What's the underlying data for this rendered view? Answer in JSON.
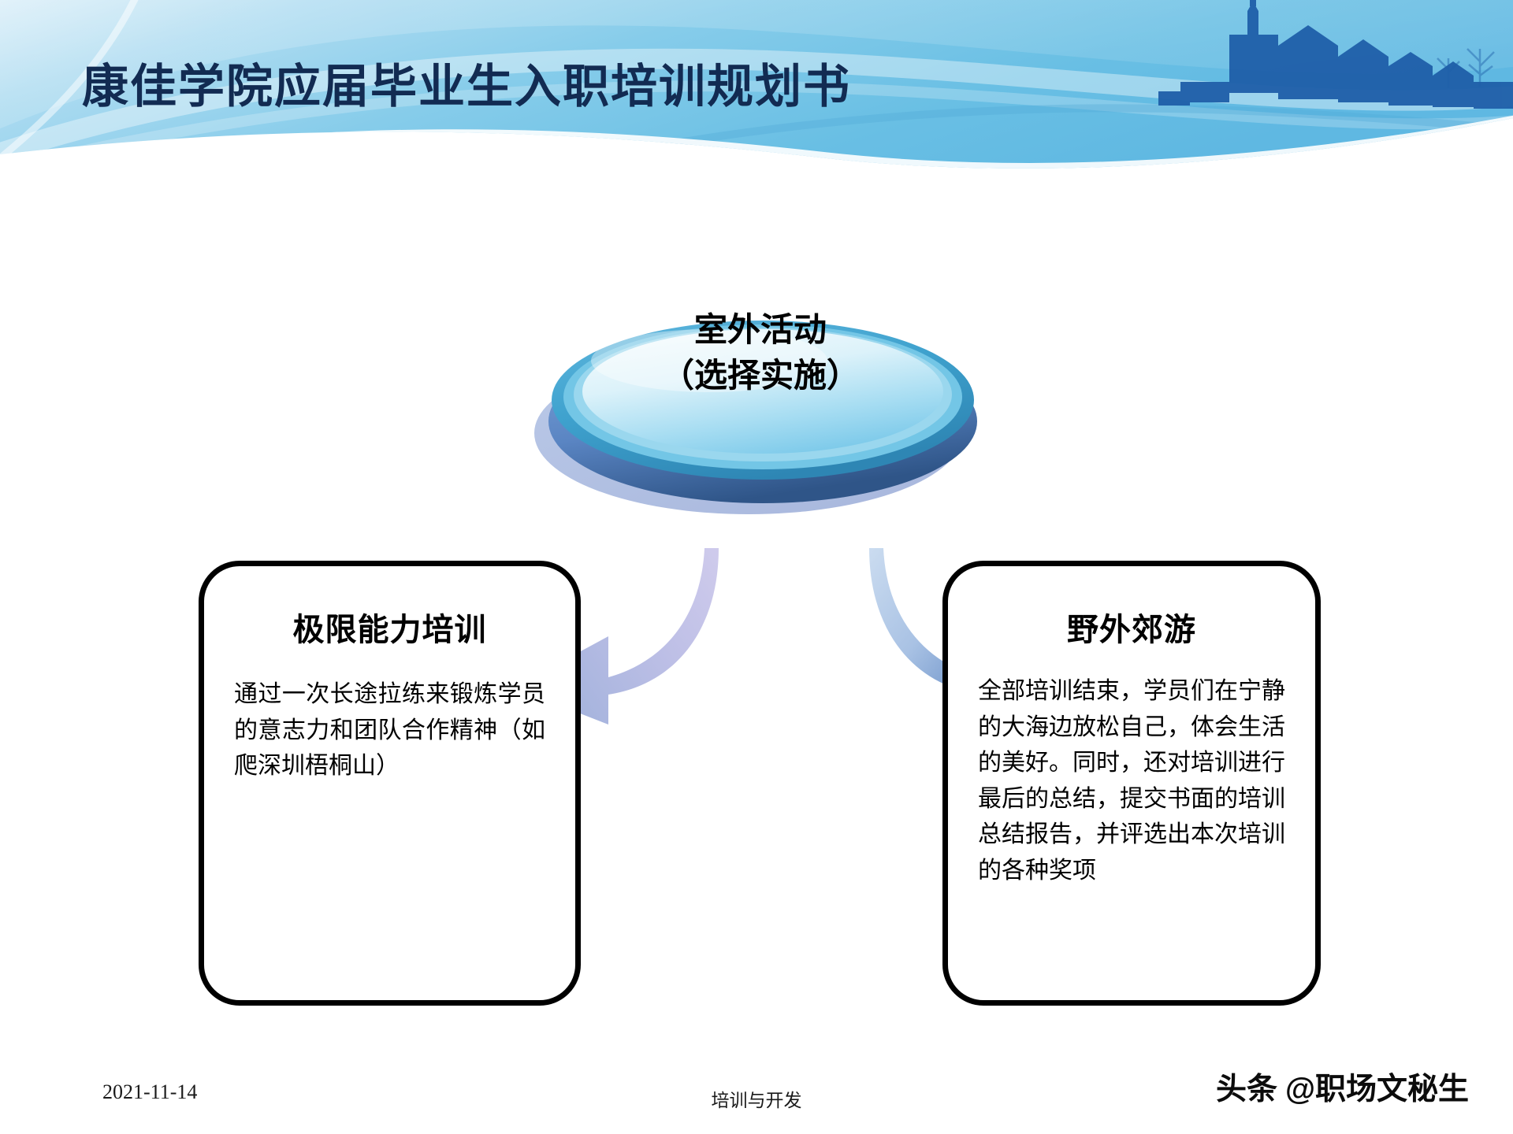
{
  "slide": {
    "title": "康佳学院应届毕业生入职培训规划书",
    "accent_color": "#6CC0E5",
    "banner_dark_color": "#1F5FA9",
    "title_color": "#122B52"
  },
  "center_node": {
    "line1": "室外活动",
    "line2": "（选择实施）",
    "fill_top": "#E8F6FB",
    "fill_bottom": "#7FCDEA",
    "rim_color": "#3FA9D4",
    "shadow_color": "#9FB4DE"
  },
  "arrows": {
    "left": {
      "name": "curved-arrow-left",
      "color_start": "#C8C6E8",
      "color_end": "#A9B6DE"
    },
    "right": {
      "name": "curved-arrow-right",
      "color_start": "#BFD2EC",
      "color_end": "#3F6FB5"
    }
  },
  "boxes": [
    {
      "id": "extreme-training",
      "title": "极限能力培训",
      "body": "通过一次长途拉练来锻炼学员的意志力和团队合作精神（如爬深圳梧桐山）"
    },
    {
      "id": "outdoor-excursion",
      "title": "野外郊游",
      "body": "全部培训结束，学员们在宁静的大海边放松自己，体会生活的美好。同时，还对培训进行最后的总结，提交书面的培训总结报告，并评选出本次培训的各种奖项"
    }
  ],
  "footer": {
    "date": "2021-11-14",
    "center_label": "培训与开发",
    "watermark_brand": "头条",
    "watermark_handle": "@职场文秘生"
  }
}
